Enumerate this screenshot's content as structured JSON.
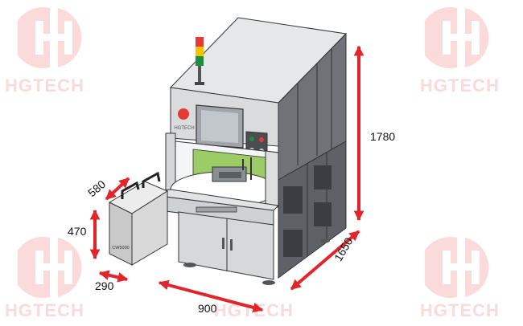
{
  "watermark": {
    "text": "HGTECH",
    "color": "#e85858"
  },
  "machine": {
    "logo_text": "HGTECH",
    "chiller_label": "CW5000"
  },
  "dimensions": {
    "height": "1780",
    "depth": "1650",
    "width": "900",
    "chiller_depth": "580",
    "chiller_height": "470",
    "chiller_width": "290"
  },
  "colors": {
    "arrow": "#e0262a",
    "signal_red": "#e53935",
    "signal_yellow": "#f2c400",
    "signal_green": "#1e8e3e"
  }
}
